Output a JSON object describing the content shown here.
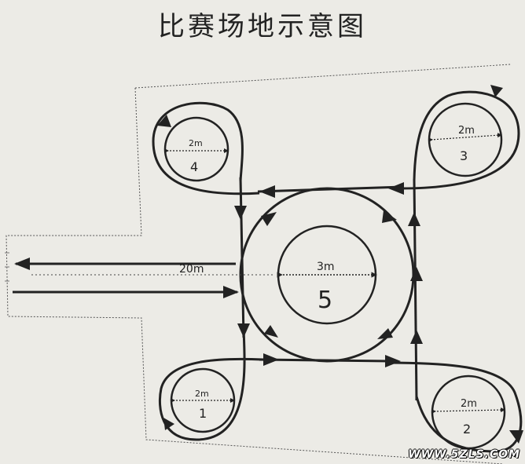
{
  "title": "比赛场地示意图",
  "watermark": "WWW.5ZLS.COM",
  "labels": {
    "distance_main": "20m",
    "center_diameter": "3m",
    "corner_diameter": "2m"
  },
  "circles": [
    {
      "id": "1",
      "label": "1"
    },
    {
      "id": "2",
      "label": "2"
    },
    {
      "id": "3",
      "label": "3"
    },
    {
      "id": "4",
      "label": "4"
    },
    {
      "id": "5",
      "label": "5"
    }
  ],
  "colors": {
    "ink": "#222222",
    "paper": "#ecebe6",
    "border": "#555555"
  }
}
